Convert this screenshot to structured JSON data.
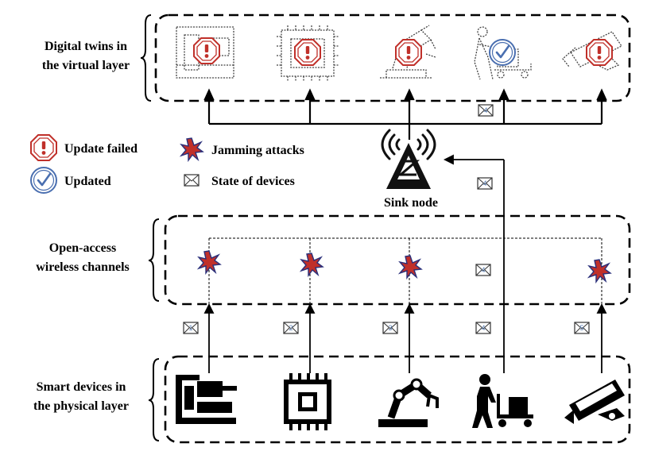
{
  "layers": {
    "virtual": {
      "label_line1": "Digital twins in",
      "label_line2": "the virtual layer"
    },
    "channels": {
      "label_line1": "Open-access",
      "label_line2": "wireless channels"
    },
    "physical": {
      "label_line1": "Smart devices in",
      "label_line2": "the physical layer"
    }
  },
  "legend": {
    "update_failed": "Update failed",
    "updated": "Updated",
    "jamming": "Jamming attacks",
    "state": "State of devices"
  },
  "sink": {
    "label": "Sink node"
  },
  "messages": {
    "device": [
      "1",
      "2",
      "3",
      "4",
      "5"
    ],
    "channel": "4",
    "to_sink": "4",
    "to_twins": "4"
  },
  "devices": [
    {
      "icon": "cnc-machine-icon",
      "twin_status": "failed",
      "jammed": true
    },
    {
      "icon": "microchip-icon",
      "twin_status": "failed",
      "jammed": true
    },
    {
      "icon": "robot-arm-icon",
      "twin_status": "failed",
      "jammed": true
    },
    {
      "icon": "worker-cart-icon",
      "twin_status": "updated",
      "jammed": false
    },
    {
      "icon": "cctv-camera-icon",
      "twin_status": "failed",
      "jammed": true
    }
  ],
  "colors": {
    "failed": "#c0302a",
    "updated": "#4a6fb0",
    "jam_fill": "#c0302a",
    "jam_edge": "#2a2f7a",
    "line": "#000000"
  }
}
